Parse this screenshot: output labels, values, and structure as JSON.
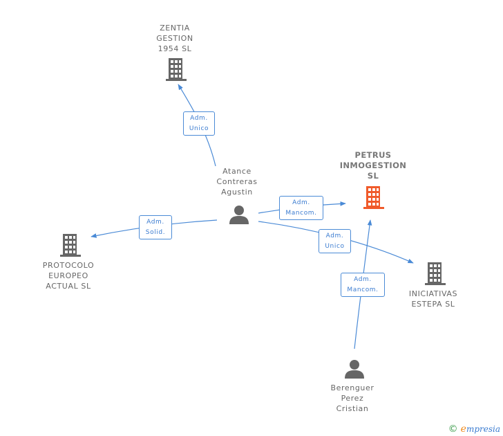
{
  "nodes": {
    "zentia": {
      "lines": [
        "ZENTIA",
        "GESTION",
        "1954 SL"
      ],
      "type": "company",
      "color": "#666666"
    },
    "petrus": {
      "lines": [
        "PETRUS",
        "INMOGESTION",
        "SL"
      ],
      "type": "company",
      "color": "#f05a2a",
      "focus": true
    },
    "atance": {
      "lines": [
        "Atance",
        "Contreras",
        "Agustin"
      ],
      "type": "person",
      "color": "#666666"
    },
    "protocolo": {
      "lines": [
        "PROTOCOLO",
        "EUROPEO",
        "ACTUAL SL"
      ],
      "type": "company",
      "color": "#666666"
    },
    "iniciativas": {
      "lines": [
        "INICIATIVAS",
        "ESTEPA SL"
      ],
      "type": "company",
      "color": "#666666"
    },
    "berenguer": {
      "lines": [
        "Berenguer",
        "Perez",
        "Cristian"
      ],
      "type": "person",
      "color": "#666666"
    }
  },
  "edges": {
    "atance_zentia": {
      "lines": [
        "Adm.",
        "Unico"
      ]
    },
    "atance_petrus": {
      "lines": [
        "Adm.",
        "Mancom."
      ]
    },
    "atance_protocolo": {
      "lines": [
        "Adm.",
        "Solid."
      ]
    },
    "atance_iniciativas": {
      "lines": [
        "Adm.",
        "Unico"
      ]
    },
    "berenguer_petrus": {
      "lines": [
        "Adm.",
        "Mancom."
      ]
    }
  },
  "colors": {
    "edge": "#4a8ad6",
    "company_icon": "#666666",
    "focus_icon": "#f05a2a",
    "person_icon": "#666666"
  },
  "footer": {
    "copyright": "©",
    "brand_e": "e",
    "brand_rest": "mpresia"
  }
}
